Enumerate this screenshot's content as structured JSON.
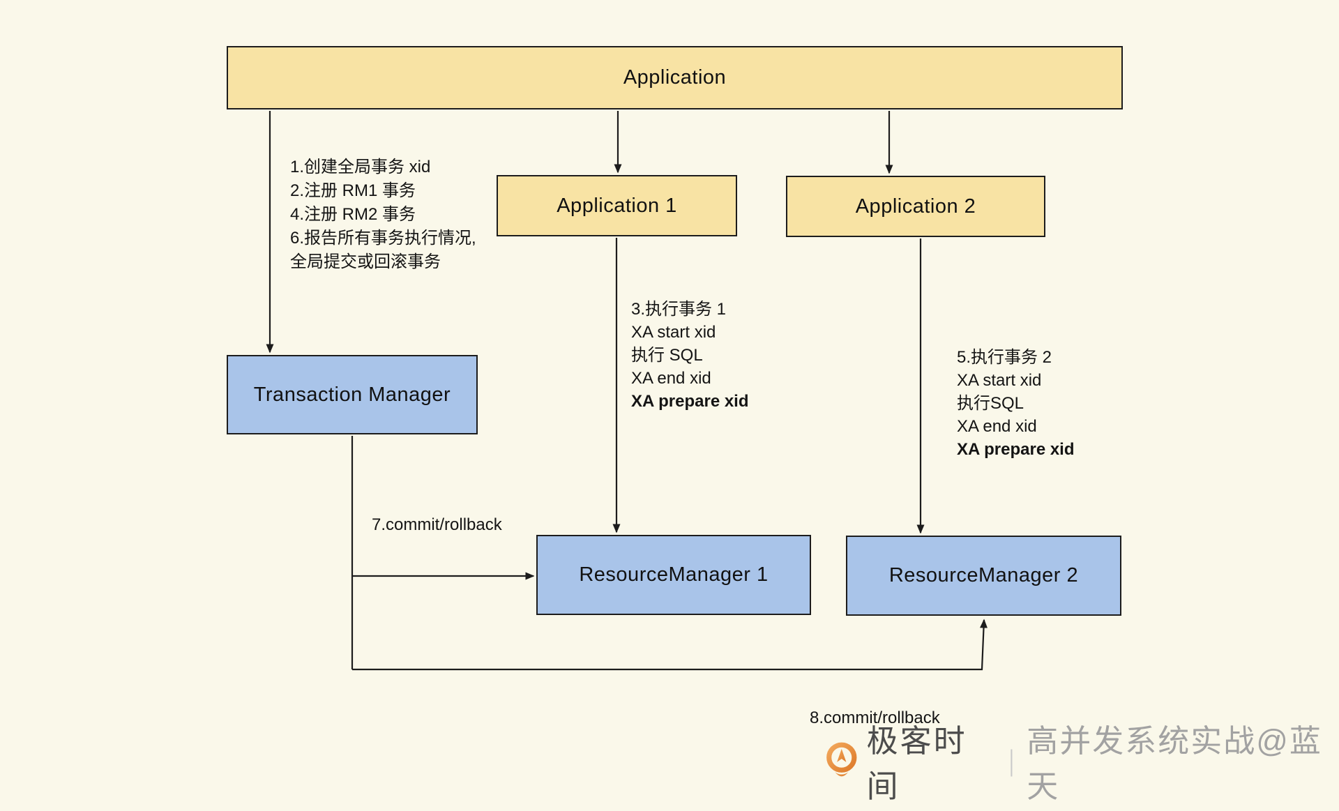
{
  "canvas": {
    "background": "#FAF8EA"
  },
  "nodes": {
    "application": {
      "label": "Application"
    },
    "application1": {
      "label": "Application 1"
    },
    "application2": {
      "label": "Application 2"
    },
    "transaction_manager": {
      "label": "Transaction Manager"
    },
    "resource_manager1": {
      "label": "ResourceManager 1"
    },
    "resource_manager2": {
      "label": "ResourceManager 2"
    }
  },
  "annotations": {
    "tm_steps": [
      "1.创建全局事务 xid",
      "2.注册 RM1 事务",
      "4.注册 RM2 事务",
      "6.报告所有事务执行情况,",
      "全局提交或回滚事务"
    ],
    "app1_steps": [
      "3.执行事务 1",
      "XA start xid",
      "执行 SQL",
      "XA end xid",
      "XA prepare xid"
    ],
    "app2_steps": [
      "5.执行事务 2",
      "XA start xid",
      "执行SQL",
      "XA end xid",
      "XA prepare xid"
    ],
    "step7": "7.commit/rollback",
    "step8": "8.commit/rollback"
  },
  "watermark": {
    "brand": "极客时间",
    "divider": "|",
    "tagline": "高并发系统实战@蓝天"
  },
  "colors": {
    "application_box": "#F8E3A4",
    "manager_box": "#A9C4E9",
    "border": "#1C1C1C",
    "text": "#111111",
    "brand_orange": "#E1802F",
    "brand_text": "#4C4C4C",
    "tagline_text": "#A2A2A2"
  }
}
